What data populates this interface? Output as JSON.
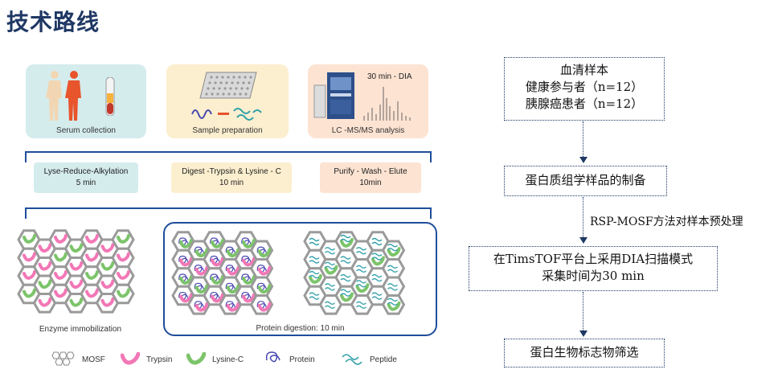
{
  "title": "技术路线",
  "workflow": {
    "panels": [
      {
        "caption": "Serum collection"
      },
      {
        "caption": "Sample preparation"
      },
      {
        "caption": "LC -MS/MS analysis",
        "tag": "30 min - DIA"
      }
    ],
    "steps": [
      {
        "line1": "Lyse-Reduce-Alkylation",
        "line2": "5 min"
      },
      {
        "line1": "Digest -Trypsin & Lysine - C",
        "line2": "10 min"
      },
      {
        "line1": "Purify - Wash - Elute",
        "line2": "10min"
      }
    ],
    "lattice_captions": {
      "left": "Enzyme immobilization",
      "right": "Protein digestion: 10 min"
    },
    "legend": [
      "MOSF",
      "Trypsin",
      "Lysine-C",
      "Protein",
      "Peptide"
    ]
  },
  "flow": {
    "box1": [
      "血清样本",
      "健康参与者（n=12）",
      "胰腺癌患者（n=12）"
    ],
    "box2": "蛋白质组学样品的制备",
    "method": "RSP-MOSF方法对样本预处理",
    "box3": [
      "在TimsTOF平台上采用DIA扫描模式",
      "采集时间为30 min"
    ],
    "box4": "蛋白生物标志物筛选"
  },
  "colors": {
    "title": "#1f3864",
    "panel_serum": "#d5eced",
    "panel_prep": "#fcefcf",
    "panel_ms": "#fde3d2",
    "step_1": "#d5eced",
    "step_2": "#fcefcf",
    "step_3": "#fde3d2",
    "bracket": "#1f4e9a",
    "trypsin": "#f277b6",
    "lysine": "#7cc46a",
    "protein": "#4848b0",
    "peptide": "#2f9fa8"
  }
}
